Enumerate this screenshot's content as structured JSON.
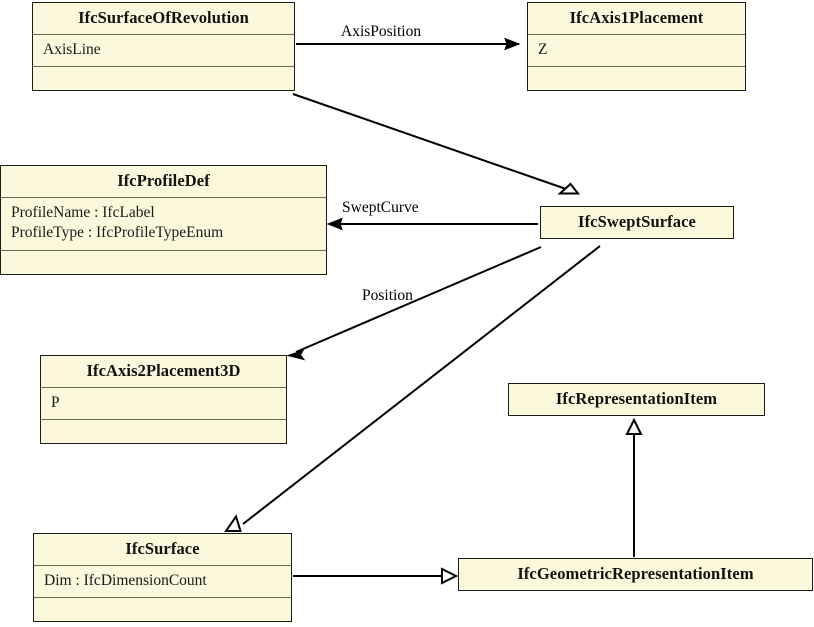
{
  "diagram": {
    "type": "uml-class-diagram",
    "title": "IfcSweptSurface inheritance and association diagram",
    "colors": {
      "class_fill": "#fcf8dc",
      "class_border": "#1b1b1b",
      "compartment_separator": "#6b6a4a",
      "edge": "#000000",
      "background": "#ffffff"
    }
  },
  "classes": {
    "surfaceofrevolution": {
      "name": "IfcSurfaceOfRevolution",
      "attributes": [
        "AxisLine"
      ],
      "operations": []
    },
    "axis1placement": {
      "name": "IfcAxis1Placement",
      "attributes": [
        "Z"
      ],
      "operations": []
    },
    "profiledef": {
      "name": "IfcProfileDef",
      "attributes": [
        "ProfileName : IfcLabel",
        "ProfileType : IfcProfileTypeEnum"
      ],
      "operations": []
    },
    "sweptsurface": {
      "name": "IfcSweptSurface",
      "attributes": [],
      "operations": []
    },
    "axis2placement3d": {
      "name": "IfcAxis2Placement3D",
      "attributes": [
        "P"
      ],
      "operations": []
    },
    "representationitem": {
      "name": "IfcRepresentationItem",
      "attributes": [],
      "operations": []
    },
    "surface": {
      "name": "IfcSurface",
      "attributes": [
        "Dim : IfcDimensionCount"
      ],
      "operations": []
    },
    "geomrepitem": {
      "name": "IfcGeometricRepresentationItem",
      "attributes": [],
      "operations": []
    }
  },
  "edges": [
    {
      "id": "axisposition",
      "label": "AxisPosition",
      "kind": "association",
      "from": "surfaceofrevolution",
      "to": "axis1placement",
      "arrow": "open-arrow"
    },
    {
      "id": "generalization-sor-ss",
      "label": "",
      "kind": "generalization",
      "from": "surfaceofrevolution",
      "to": "sweptsurface",
      "arrow": "hollow-triangle"
    },
    {
      "id": "sweptcurve",
      "label": "SweptCurve",
      "kind": "association",
      "from": "sweptsurface",
      "to": "profiledef",
      "arrow": "open-arrow"
    },
    {
      "id": "position",
      "label": "Position",
      "kind": "association",
      "from": "sweptsurface",
      "to": "axis2placement3d",
      "arrow": "open-arrow"
    },
    {
      "id": "generalization-ss-surface",
      "label": "",
      "kind": "generalization",
      "from": "sweptsurface",
      "to": "surface",
      "arrow": "hollow-triangle"
    },
    {
      "id": "generalization-surface-geomrep",
      "label": "",
      "kind": "generalization",
      "from": "surface",
      "to": "geomrepitem",
      "arrow": "hollow-triangle"
    },
    {
      "id": "generalization-geomrep-repitem",
      "label": "",
      "kind": "generalization",
      "from": "geomrepitem",
      "to": "representationitem",
      "arrow": "hollow-triangle"
    }
  ],
  "edge_labels": {
    "axisposition": "AxisPosition",
    "sweptcurve": "SweptCurve",
    "position": "Position"
  }
}
